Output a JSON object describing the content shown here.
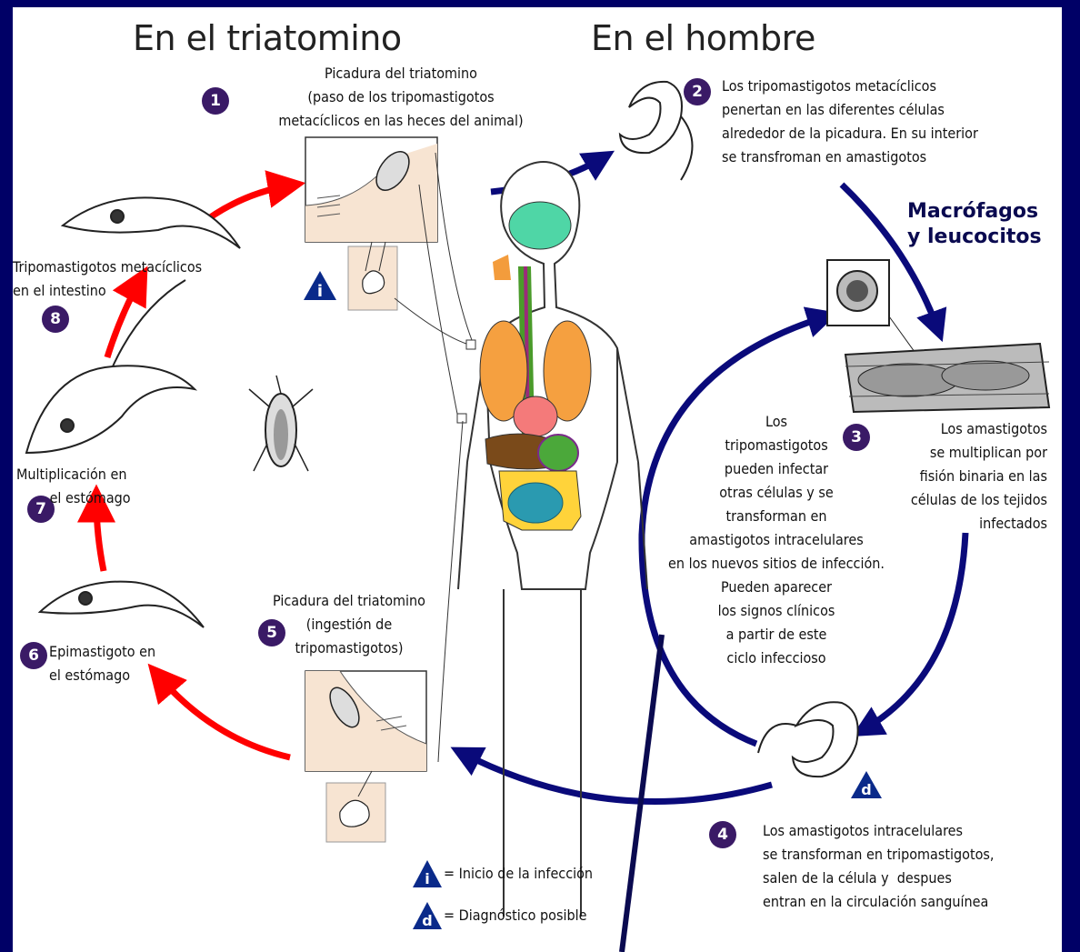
{
  "titles": {
    "left": "En el triatomino",
    "right": "En el hombre"
  },
  "steps": {
    "s1": {
      "num": "1",
      "text": "Picadura del triatomino\n(paso de los tripomastigotos\nmetacíclicos en las heces del animal)"
    },
    "s2": {
      "num": "2",
      "text": "Los tripomastigotos metacíclicos\npenertan en las diferentes células\nalrededor de la picadura. En su interior\nse transfroman en amastigotos"
    },
    "s3": {
      "num": "3",
      "text": "Los amastigotos\nse multiplican por\nfisión binaria en las\ncélulas de los tejidos\ninfectados"
    },
    "s4": {
      "num": "4",
      "text": "Los amastigotos intracelulares\nse transforman en tripomastigotos,\nsalen de la célula y  despues\nentran en la circulación sanguínea"
    },
    "s5": {
      "num": "5",
      "text": "Picadura del triatomino\n(ingestión de\ntripomastigotos)"
    },
    "s6": {
      "num": "6",
      "text": "Epimastigoto en\nel estómago"
    },
    "s7": {
      "num": "7",
      "text": "Multiplicación en\n        el estómago"
    },
    "s8": {
      "num": "8",
      "text": "Tripomastigotos metacíclicos\nen el intestino"
    }
  },
  "center_note": "Los\ntripomastigotos\npueden infectar\notras células y se\ntransforman en\namastigotos intracelulares\nen los nuevos sitios de infección.\nPueden aparecer\nlos signos clínicos\na partir de este\nciclo infeccioso",
  "annotation": "Macrófagos\ny leucocitos",
  "legend": {
    "i_symbol": "i",
    "i_text": "= Inicio de la infección",
    "d_symbol": "d",
    "d_text": "= Diagnóstico posible"
  },
  "colors": {
    "frame": "#000066",
    "blue_arrow": "#0a0a7a",
    "red_arrow": "#ff0000",
    "badge": "#3a1a66",
    "triangle": "#0a2a8a"
  }
}
